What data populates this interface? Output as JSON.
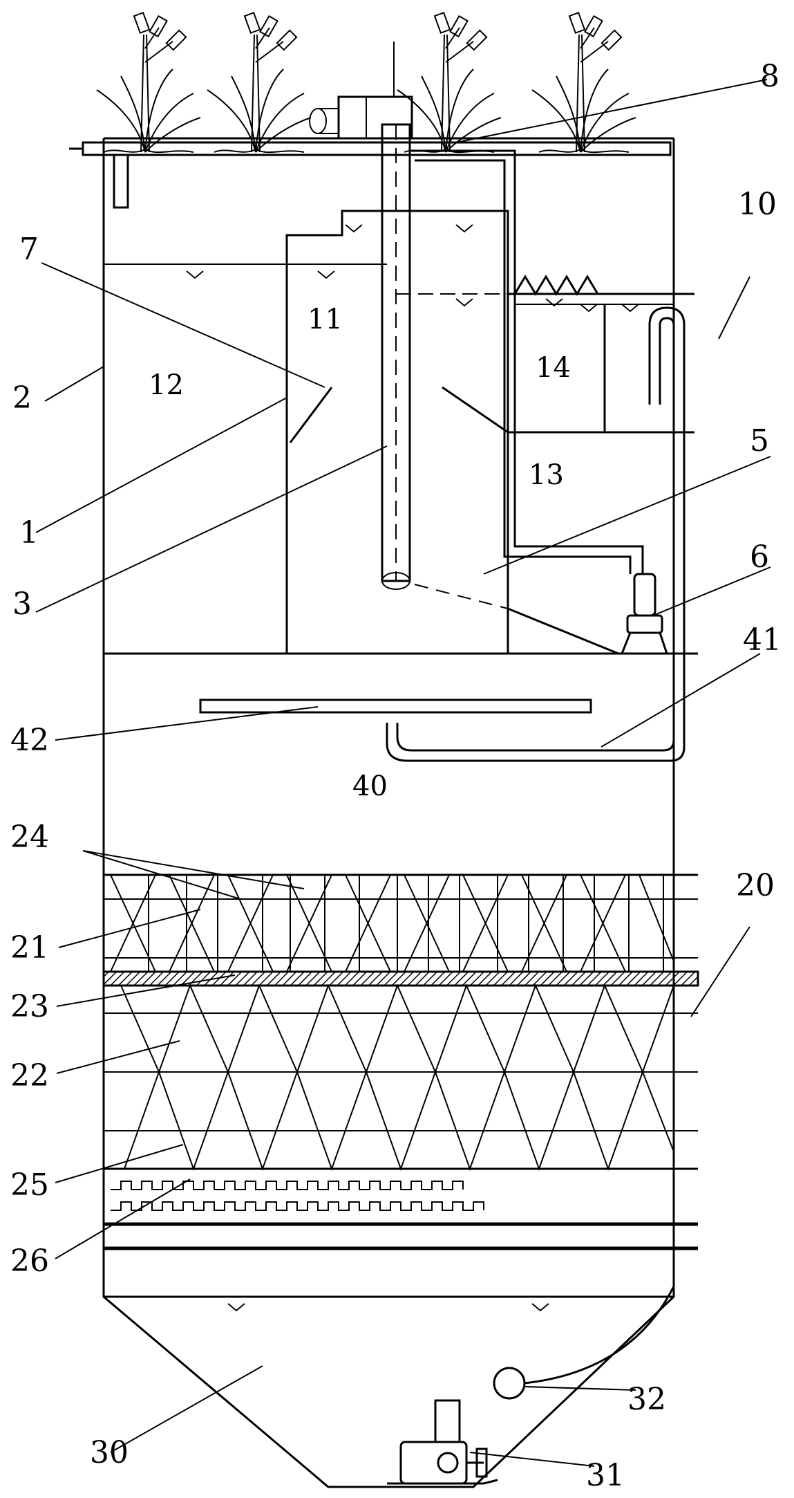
{
  "labels": {
    "l1": "1",
    "l2": "2",
    "l3": "3",
    "l5": "5",
    "l6": "6",
    "l7": "7",
    "l8": "8",
    "l10": "10",
    "l20": "20",
    "l21": "21",
    "l22": "22",
    "l23": "23",
    "l24": "24",
    "l25": "25",
    "l26": "26",
    "l30": "30",
    "l31": "31",
    "l32": "32",
    "l41": "41",
    "l42": "42"
  },
  "zones": {
    "z11": "11",
    "z12": "12",
    "z13": "13",
    "z14": "14",
    "z40": "40"
  }
}
